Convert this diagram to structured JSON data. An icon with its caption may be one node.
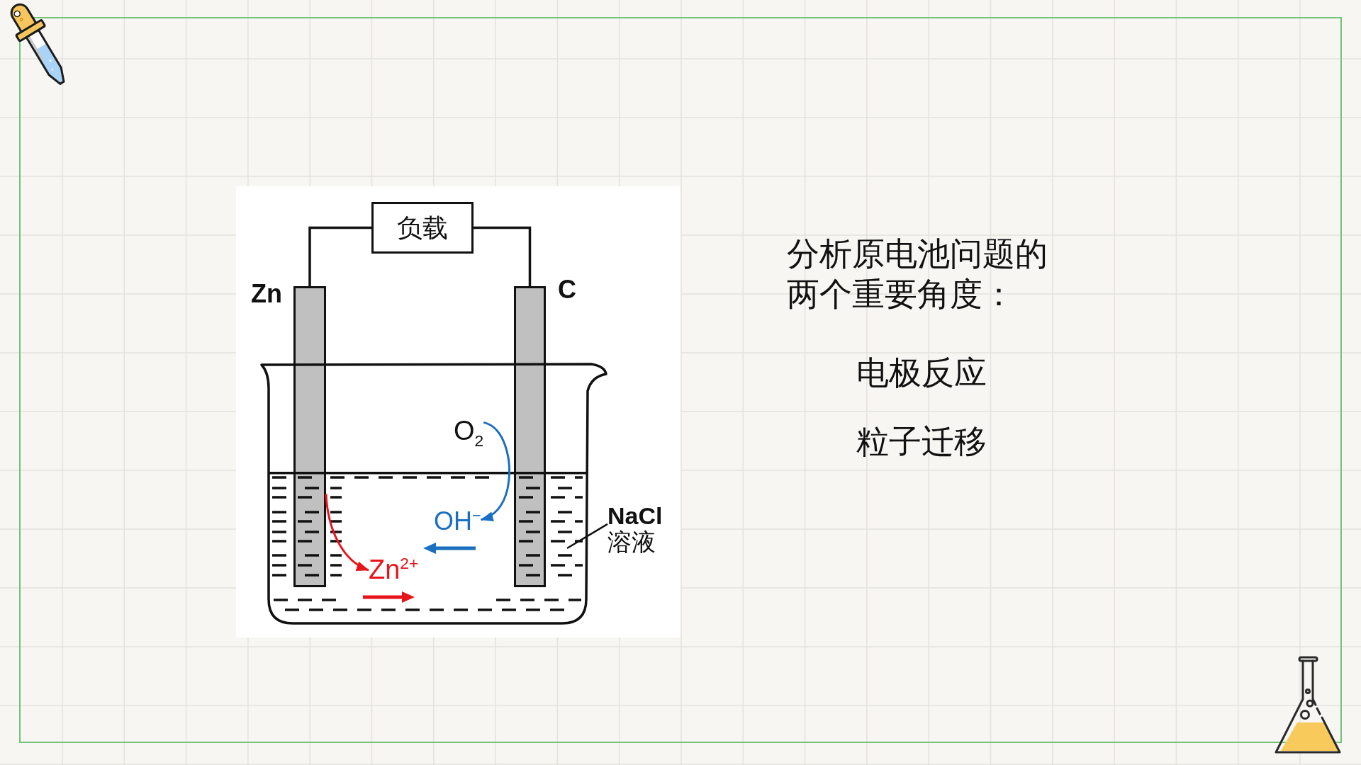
{
  "diagram": {
    "nodes": [
      {
        "text": [
          "负载"
        ]
      },
      {
        "text": [
          "Zn"
        ]
      },
      {
        "text": [
          "C"
        ]
      },
      {
        "text": [
          "O$_{2}$"
        ]
      },
      {
        "text": [
          "OH$^{−}$"
        ]
      },
      {
        "text": [
          "Zn$^{2+}$"
        ]
      },
      {
        "text": [
          "**NaCl**溶液"
        ]
      }
    ],
    "edges": [
      {
        "from": 0,
        "to": 1,
        "arrow": "none"
      },
      {
        "from": 0,
        "to": 2,
        "arrow": "none"
      },
      {
        "from": 3,
        "to": 4,
        "arrow": "to",
        "color": "#1a6fc0"
      },
      {
        "from": 1,
        "to": 5,
        "arrow": "to",
        "color": "#e8141b"
      },
      {
        "from": 6,
        "to": null,
        "arrow": "none"
      }
    ],
    "labels": [
      "分析原电池问题的两个重要角度：",
      "电极反应",
      "粒子迁移"
    ]
  }
}
